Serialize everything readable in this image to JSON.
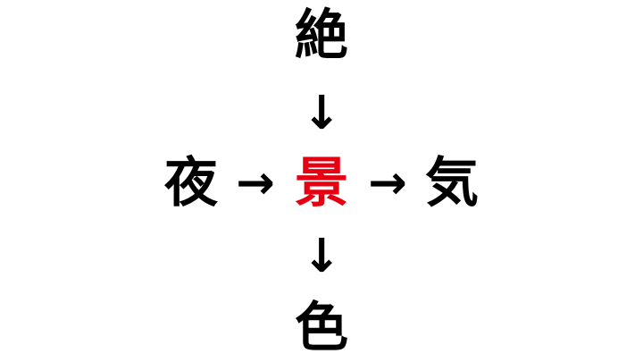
{
  "puzzle": {
    "top": "絶",
    "left": "夜",
    "center": "景",
    "right": "気",
    "bottom": "色",
    "arrow_down": "↓",
    "arrow_right": "→"
  },
  "colors": {
    "text": "#000000",
    "answer": "#e60012",
    "background": "#ffffff"
  }
}
